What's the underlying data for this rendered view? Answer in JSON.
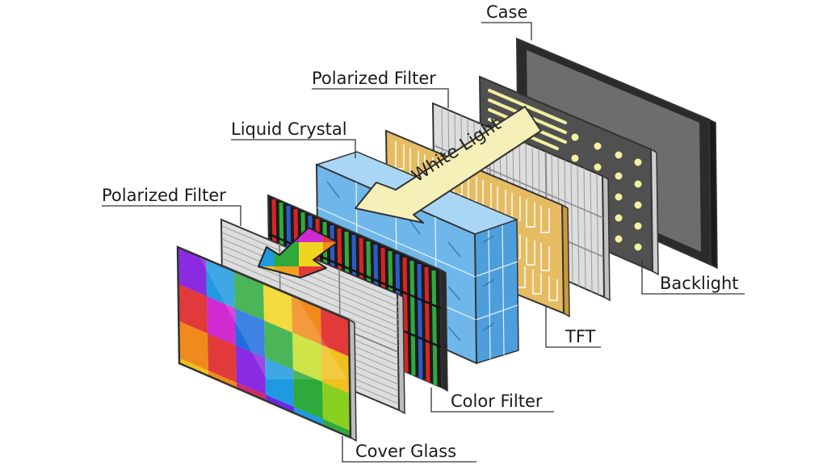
{
  "labels": {
    "case": "Case",
    "polarized_filter_back": "Polarized Filter",
    "liquid_crystal": "Liquid Crystal",
    "polarized_filter_front": "Polarized Filter",
    "backlight": "Backlight",
    "tft": "TFT",
    "color_filter": "Color Filter",
    "cover_glass": "Cover Glass"
  },
  "arrow": {
    "text": "White Light"
  },
  "colors": {
    "outline": "#333333",
    "case_frame": "#2b2b2b",
    "case_face": "#6d6d6d",
    "backlight_panel": "#505050",
    "led": "#f3f0a0",
    "polarizer": "#d8d8d8",
    "tft_gold": "#e6bc63",
    "liquid_crystal": "#6fb7ea",
    "white_light_arrow": "#f5efb8",
    "filter_red": "#d92424",
    "filter_green": "#2eaa3c",
    "filter_blue": "#2a5cc9"
  }
}
